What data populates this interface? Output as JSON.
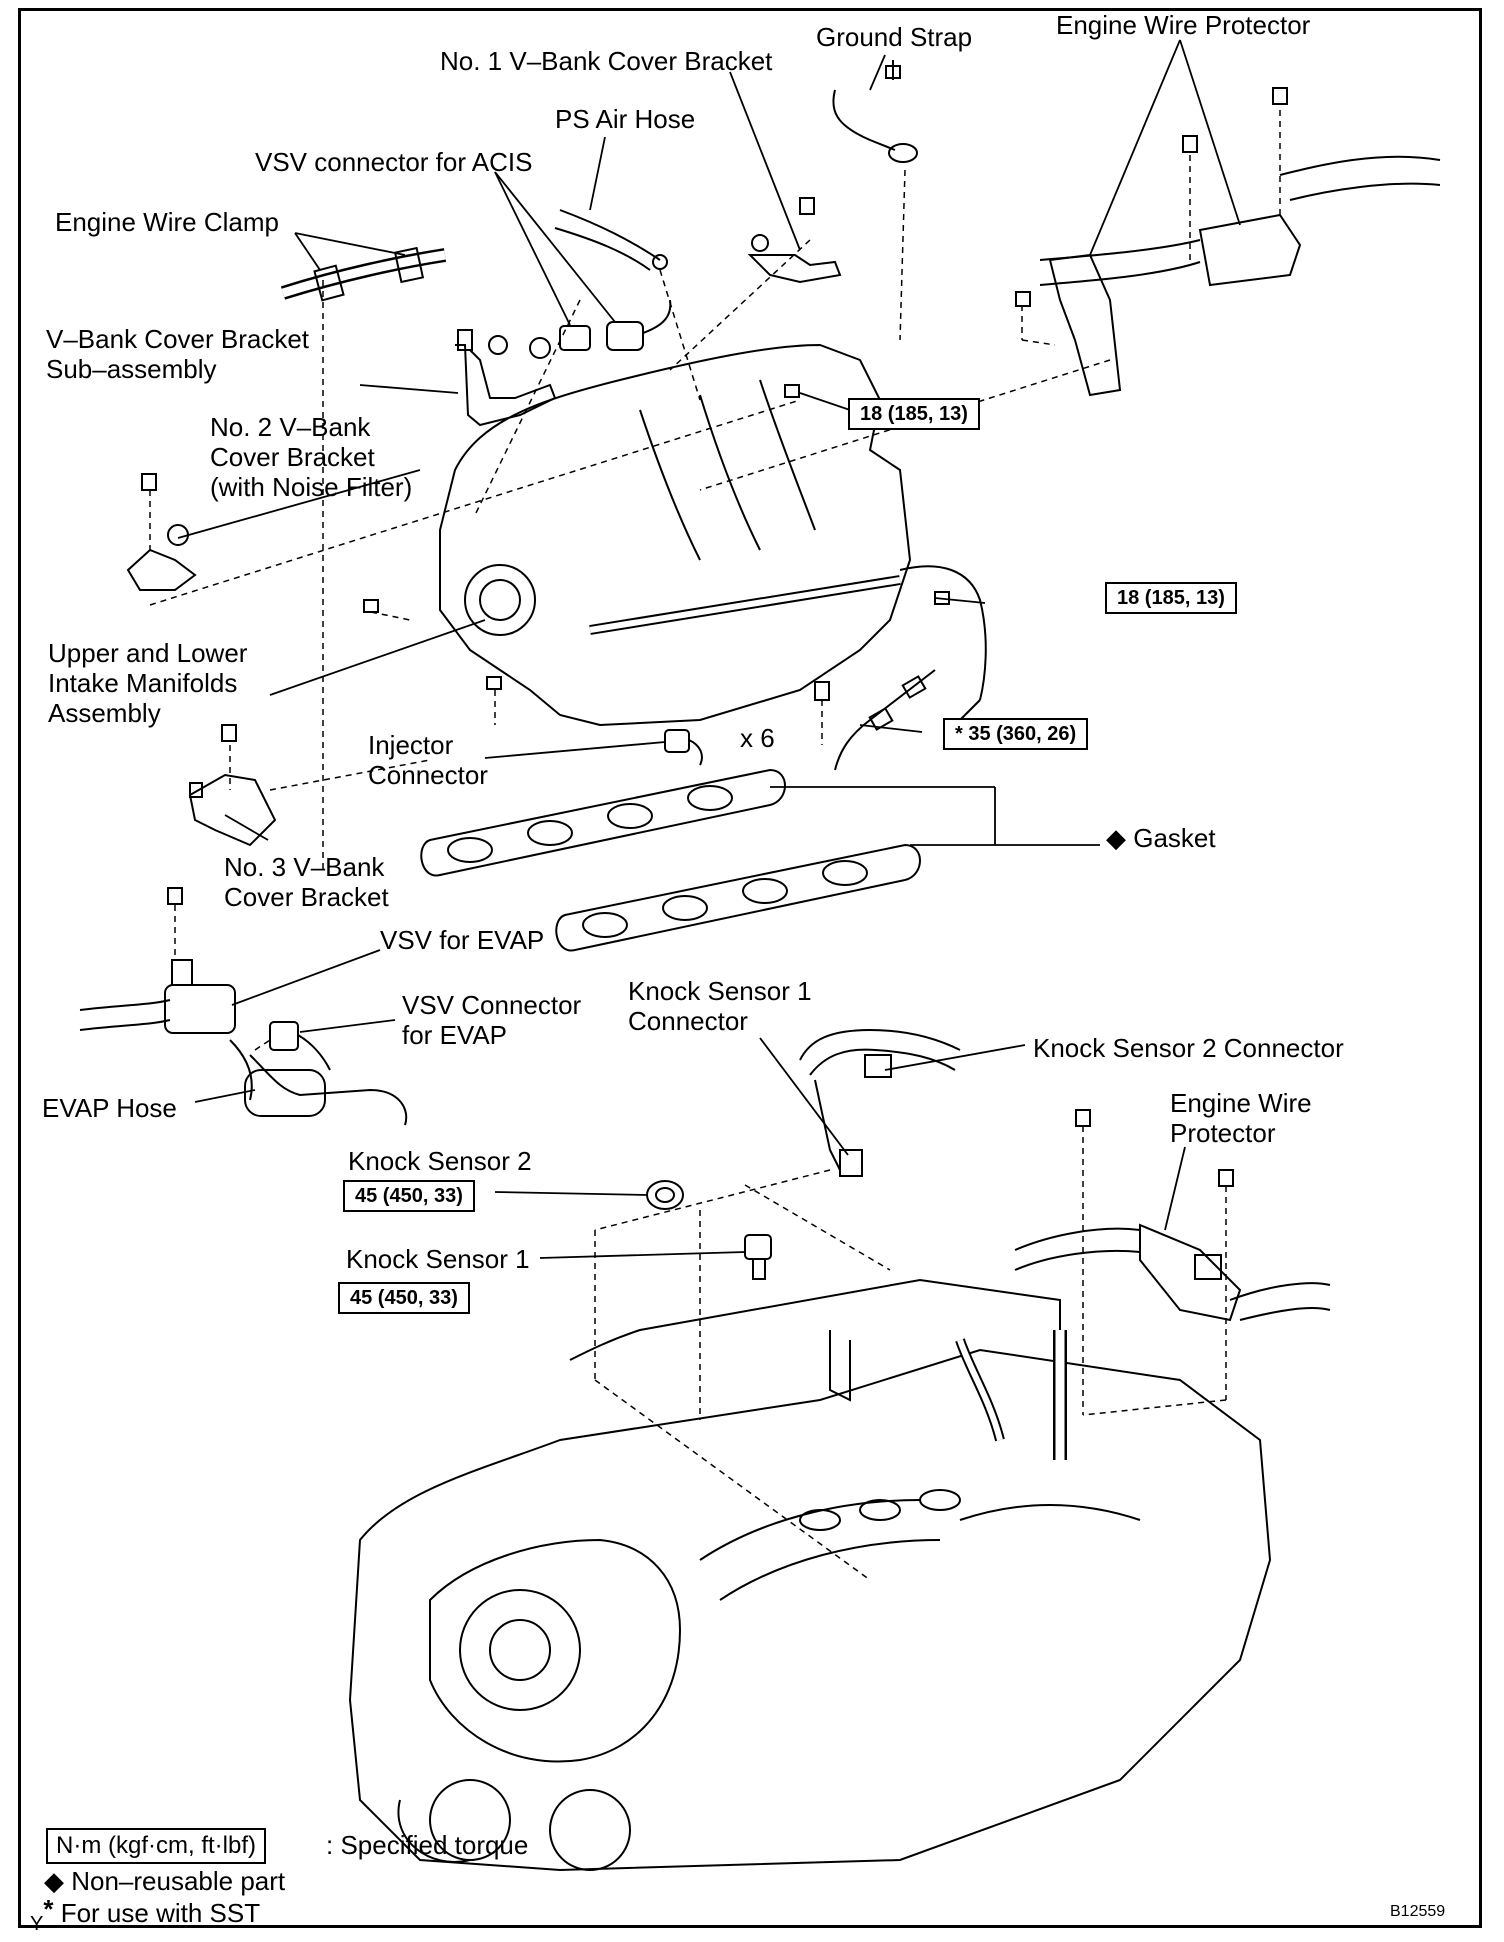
{
  "labels": {
    "ground_strap": "Ground Strap",
    "engine_wire_protector_top": "Engine Wire Protector",
    "no1_vbank_cover_bracket": "No. 1 V–Bank Cover Bracket",
    "ps_air_hose": "PS Air Hose",
    "vsv_connector_acis": "VSV connector for ACIS",
    "engine_wire_clamp": "Engine Wire Clamp",
    "vbank_cover_bracket_sub": "V–Bank Cover Bracket\nSub–assembly",
    "no2_vbank_cover_bracket": "No. 2 V–Bank\nCover Bracket\n(with Noise Filter)",
    "intake_manifolds": "Upper and Lower\nIntake Manifolds\nAssembly",
    "x6": "x 6",
    "injector_connector": "Injector\nConnector",
    "gasket": "Gasket",
    "no3_vbank_cover_bracket": "No. 3 V–Bank\nCover Bracket",
    "vsv_for_evap": "VSV for EVAP",
    "vsv_connector_evap": "VSV Connector\nfor EVAP",
    "evap_hose": "EVAP Hose",
    "knock_sensor1_connector": "Knock Sensor 1\nConnector",
    "knock_sensor2_connector": "Knock Sensor 2 Connector",
    "engine_wire_protector_right": "Engine Wire\nProtector",
    "knock_sensor2": "Knock Sensor 2",
    "knock_sensor1": "Knock Sensor 1"
  },
  "torque": {
    "t1": "18 (185, 13)",
    "t2": "18 (185, 13)",
    "t3": "* 35 (360, 26)",
    "t4": "45 (450, 33)",
    "t5": "45 (450, 33)"
  },
  "legend": {
    "unit_box": "N·m (kgf·cm, ft·lbf)",
    "unit_desc": ": Specified torque",
    "diamond": "◆",
    "nonreusable": "Non–reusable part",
    "sst_mark": "*",
    "sst": "For use with SST",
    "y_mark": "Y"
  },
  "figure_code": "B12559"
}
